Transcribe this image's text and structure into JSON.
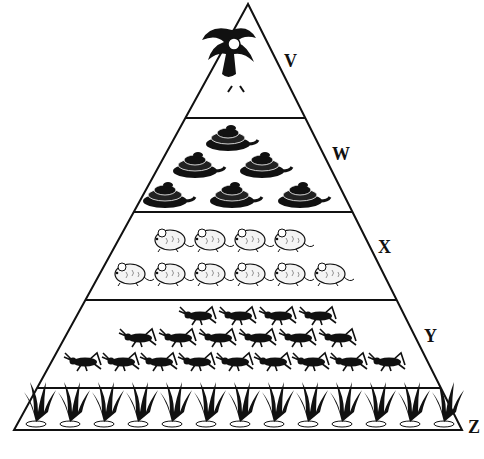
{
  "diagram": {
    "labels": [
      "V",
      "W",
      "X",
      "Y",
      "Z"
    ]
  }
}
